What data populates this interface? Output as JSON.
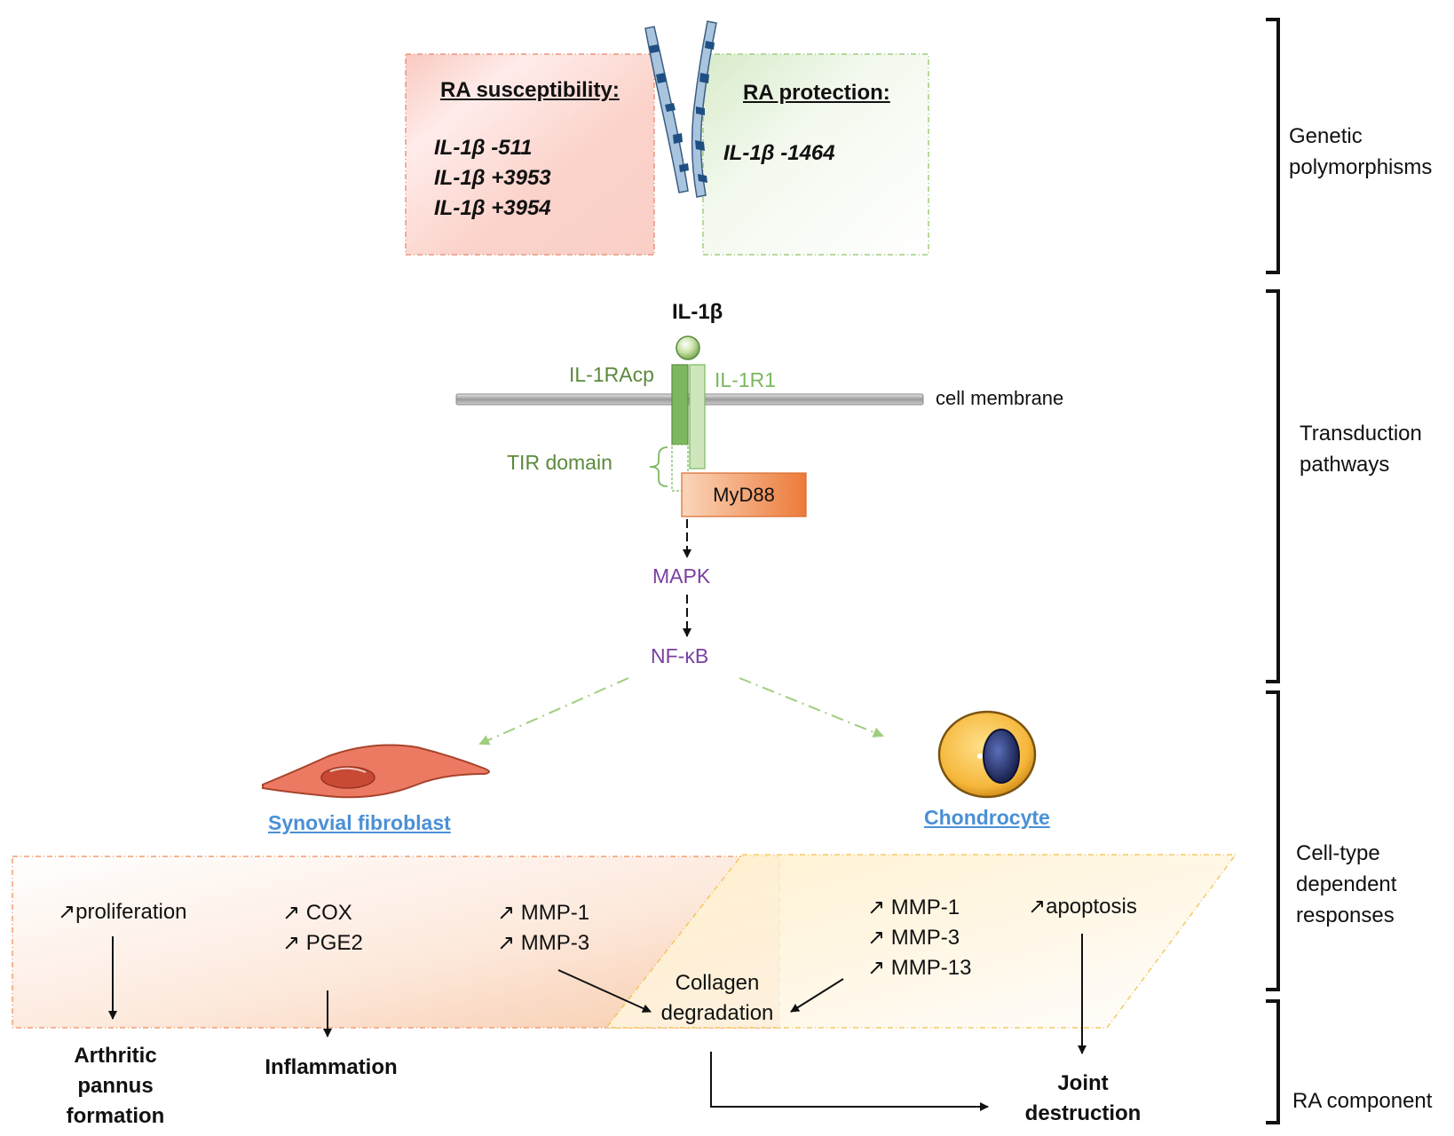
{
  "categories": {
    "genetic": "Genetic polymorphisms",
    "transduction": "Transduction pathways",
    "celltype": "Cell-type dependent responses",
    "ra_component": "RA component"
  },
  "genetics": {
    "susceptibility_title": "RA susceptibility:",
    "susceptibility_genes": [
      "IL-1β -511",
      "IL-1β +3953",
      "IL-1β +3954"
    ],
    "protection_title": "RA protection:",
    "protection_genes": [
      "IL-1β -1464"
    ]
  },
  "transduction": {
    "ligand": "IL-1β",
    "receptor_accessory": "IL-1RAcp",
    "receptor": "IL-1R1",
    "membrane": "cell membrane",
    "tir_domain": "TIR domain",
    "adaptor": "MyD88",
    "kinase": "MAPK",
    "transcription_factor": "NF-κB"
  },
  "cells": {
    "fibroblast": "Synovial fibroblast",
    "chondrocyte": "Chondrocyte"
  },
  "responses": {
    "fibroblast": {
      "proliferation": "↗proliferation",
      "cox_pge": [
        "↗ COX",
        "↗ PGE2"
      ],
      "mmp": [
        "↗ MMP-1",
        "↗ MMP-3"
      ]
    },
    "shared": "Collagen degradation",
    "chondrocyte": {
      "mmp": [
        "↗ MMP-1",
        "↗ MMP-3",
        "↗ MMP-13"
      ],
      "apoptosis": "↗apoptosis"
    }
  },
  "outcomes": {
    "pannus": "Arthritic pannus formation",
    "inflammation": "Inflammation",
    "joint": "Joint destruction"
  },
  "colors": {
    "susceptibility_fill": "#fcd6cf",
    "protection_fill": "#e3f0d9",
    "receptor_green": "#7cb860",
    "myd88_orange": "#f08a4b",
    "text_green": "#5a8a3c",
    "text_purple": "#7b3fa1",
    "cell_label_blue": "#4a90d6",
    "fibroblast_region": "#fde4d6",
    "chondrocyte_region": "#fff3d9"
  }
}
